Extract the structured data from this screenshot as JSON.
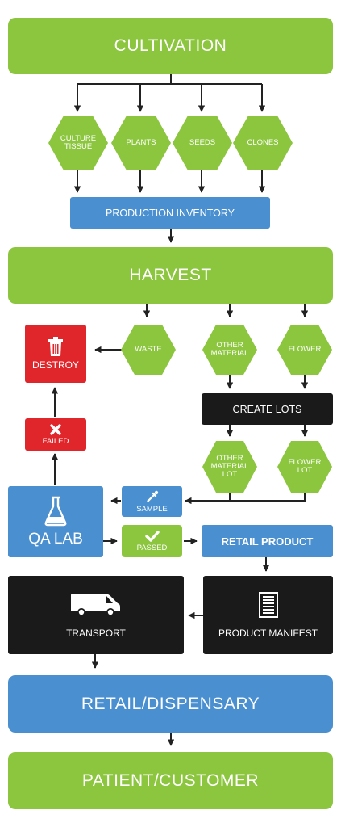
{
  "cultivation": "CULTIVATION",
  "culture_tissue": "CULTURE TISSUE",
  "plants": "PLANTS",
  "seeds": "SEEDS",
  "clones": "CLONES",
  "production_inventory": "PRODUCTION INVENTORY",
  "harvest": "HARVEST",
  "waste": "WASTE",
  "other_material": "OTHER MATERIAL",
  "flower": "FLOWER",
  "destroy": "DESTROY",
  "create_lots": "CREATE LOTS",
  "failed": "FAILED",
  "other_material_lot": "OTHER MATERIAL LOT",
  "flower_lot": "FLOWER LOT",
  "sample": "SAMPLE",
  "qa_lab": "QA LAB",
  "passed": "PASSED",
  "retail_product": "RETAIL PRODUCT",
  "transport": "TRANSPORT",
  "product_manifest": "PRODUCT MANIFEST",
  "retail_dispensary": "RETAIL/DISPENSARY",
  "patient_customer": "PATIENT/CUSTOMER",
  "colors": {
    "green": "#8cc63f",
    "blue": "#4a8fd0",
    "black": "#1a1a1a",
    "red": "#e0252b",
    "arrow": "#222222"
  },
  "icons": [
    "trash-icon",
    "x-icon",
    "flask-icon",
    "pipette-icon",
    "checkmark-icon",
    "van-icon",
    "document-icon"
  ]
}
